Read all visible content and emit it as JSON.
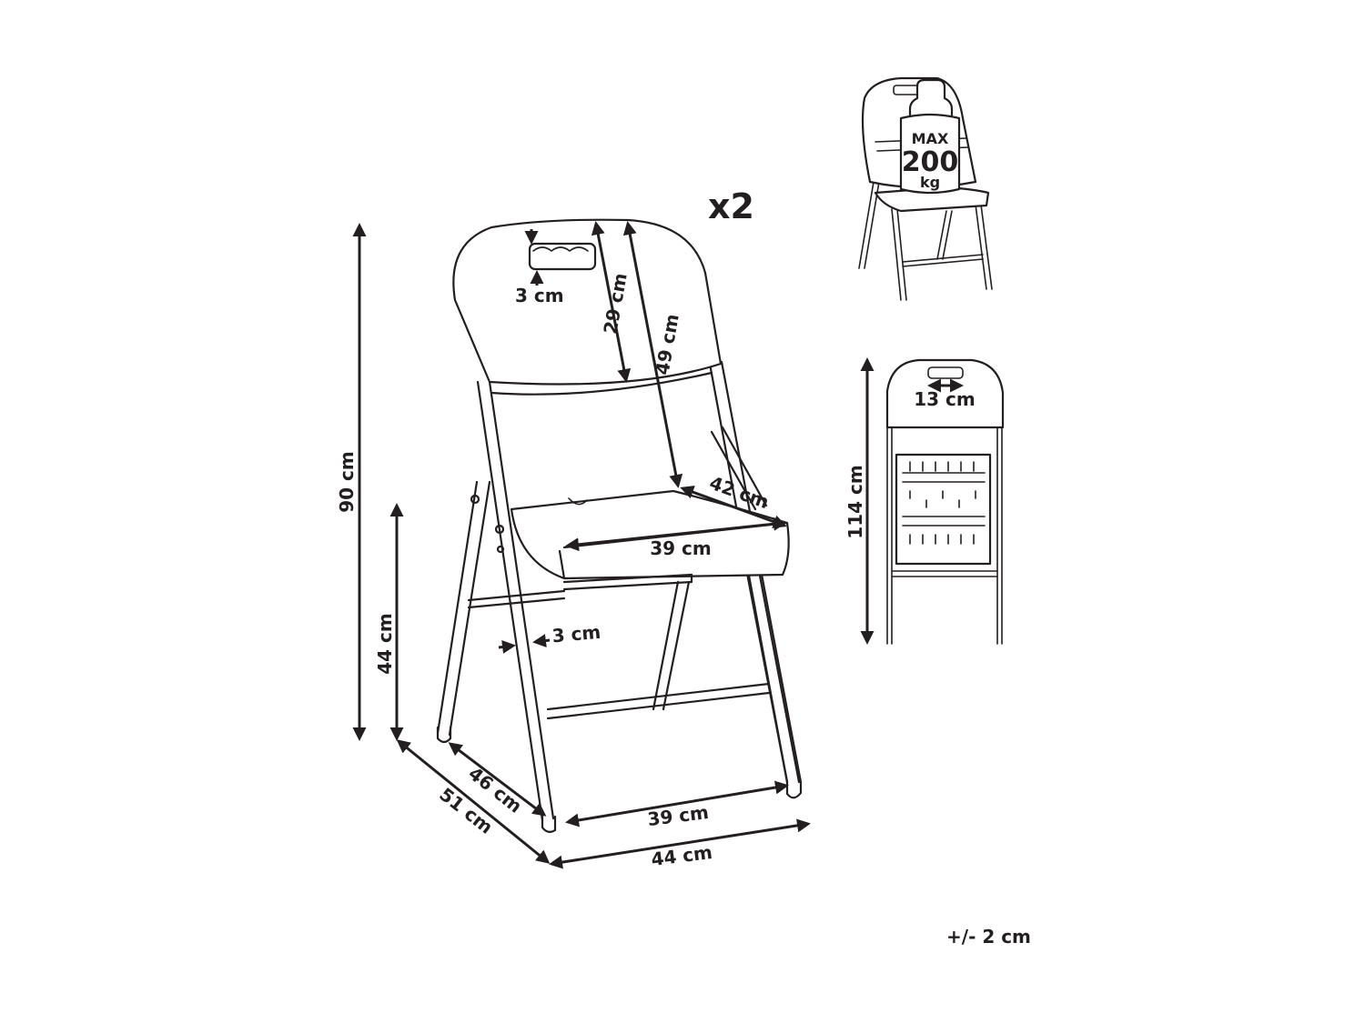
{
  "quantity": "x2",
  "tolerance": "+/- 2 cm",
  "max_load": {
    "top": "MAX",
    "value": "200",
    "unit": "kg"
  },
  "dimensions": {
    "total_height": "90 cm",
    "seat_height": "44 cm",
    "handle_height": "3 cm",
    "backrest_height": "29 cm",
    "back_to_seat": "49 cm",
    "seat_depth": "42 cm",
    "seat_width": "39 cm",
    "tube_diameter": "3 cm",
    "inner_depth": "46 cm",
    "outer_depth": "51 cm",
    "inner_width": "39 cm",
    "outer_width": "44 cm",
    "folded_height": "114 cm",
    "handle_width": "13 cm"
  },
  "colors": {
    "line": "#231f20",
    "background": "#ffffff"
  }
}
